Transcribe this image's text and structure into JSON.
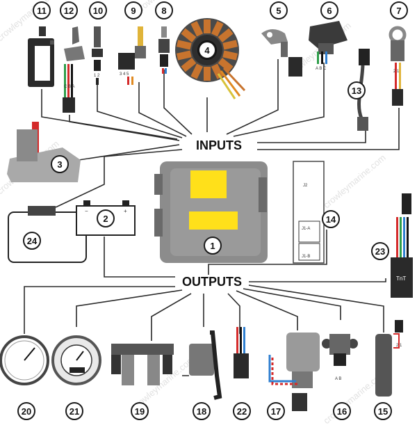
{
  "headings": {
    "inputs": "INPUTS",
    "outputs": "OUTPUTS"
  },
  "watermark": "crowleymarine.com",
  "callouts": {
    "c1": "1",
    "c2": "2",
    "c3": "3",
    "c4": "4",
    "c5": "5",
    "c6": "6",
    "c7": "7",
    "c8": "8",
    "c9": "9",
    "c10": "10",
    "c11": "11",
    "c12": "12",
    "c13": "13",
    "c14": "14",
    "c15": "15",
    "c16": "16",
    "c17": "17",
    "c18": "18",
    "c19": "19",
    "c20": "20",
    "c21": "21",
    "c22": "22",
    "c23": "23",
    "c24": "24"
  },
  "labels": {
    "battery_minus": "−",
    "battery_plus": "+",
    "tnt": "TnT",
    "ecm_j1a": "J1-A",
    "ecm_j1b": "J1-B",
    "ecm_j2": "J2",
    "pins_cba": "C B A",
    "pins_12": "1 2",
    "pins_345": "3 4 5",
    "pins_abc": "A B C",
    "pins_ab": "A B",
    "pins_21": "2 1",
    "pins_z": "2 1"
  },
  "colors": {
    "ecm_body": "#8c8c8c",
    "ecm_label": "#ffe01a",
    "wire_red": "#d42a2a",
    "wire_green": "#2e9e4a",
    "wire_blue": "#2f7fd0",
    "wire_orange": "#e08a22",
    "stator_copper": "#c8742e"
  }
}
